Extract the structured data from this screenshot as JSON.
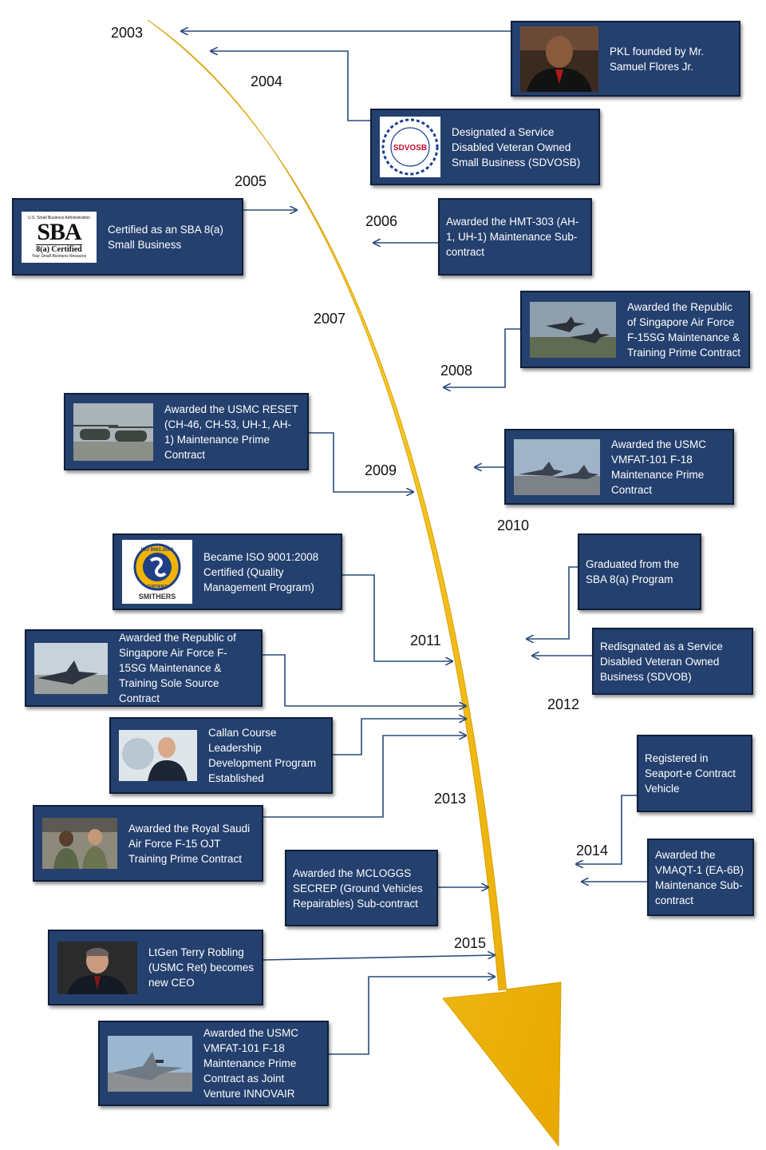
{
  "years": [
    "2003",
    "2004",
    "2005",
    "2006",
    "2007",
    "2008",
    "2009",
    "2010",
    "2011",
    "2012",
    "2013",
    "2014",
    "2015"
  ],
  "colors": {
    "card_bg": "#24406e",
    "connector": "#2a4a7c",
    "arrow_light": "#fbd33a",
    "arrow_dark": "#e8a800"
  },
  "events": [
    {
      "text": "PKL founded by Mr. Samuel Flores Jr.",
      "image": "portrait-photo"
    },
    {
      "text": "Designated a Service Disabled Veteran Owned Small Business (SDVOSB)",
      "image": "sdvosb-logo",
      "logo_text": "SDVOSB"
    },
    {
      "text": "Certified as an SBA 8(a) Small Business",
      "image": "sba-logo",
      "logo_top": "U.S. Small Business Administration",
      "logo_main": "SBA",
      "logo_sub": "8(a) Certified",
      "logo_tag": "Your Small Business Resource"
    },
    {
      "text": "Awarded the HMT-303 (AH-1, UH-1) Maintenance Sub-contract"
    },
    {
      "text": "Awarded the Republic of Singapore Air Force F-15SG Maintenance & Training Prime Contract",
      "image": "jets-photo"
    },
    {
      "text": "Awarded the USMC RESET (CH-46, CH-53, UH-1, AH-1) Maintenance Prime Contract",
      "image": "helicopters-photo"
    },
    {
      "text": "Awarded the USMC VMFAT-101 F-18 Maintenance Prime Contract",
      "image": "jets-photo"
    },
    {
      "text": "Became ISO 9001:2008 Certified (Quality Management Program)",
      "image": "iso-logo",
      "logo_main": "ISO 9001:2008",
      "logo_sub": "CERTIFIED",
      "logo_name": "SMITHERS"
    },
    {
      "text": "Graduated from the SBA 8(a) Program"
    },
    {
      "text": "Redisgnated as a Service Disabled Veteran Owned Business (SDVOB)"
    },
    {
      "text": "Awarded the Republic of Singapore Air Force F-15SG Maintenance & Training Sole Source Contract",
      "image": "jet-photo"
    },
    {
      "text": "Callan Course Leadership Development Program Established",
      "image": "speaker-photo"
    },
    {
      "text": "Registered in Seaport-e Contract Vehicle"
    },
    {
      "text": "Awarded the Royal Saudi Air Force F-15 OJT Training Prime Contract",
      "image": "mechanics-photo"
    },
    {
      "text": "Awarded the VMAQT-1 (EA-6B) Maintenance Sub-contract"
    },
    {
      "text": "Awarded the MCLOGGS SECREP (Ground Vehicles Repairables) Sub-contract"
    },
    {
      "text": "LtGen Terry Robling (USMC Ret) becomes new CEO",
      "image": "portrait-photo"
    },
    {
      "text": "Awarded the USMC VMFAT-101 F-18 Maintenance Prime Contract as Joint Venture INNOVAIR",
      "image": "jet-photo"
    }
  ]
}
